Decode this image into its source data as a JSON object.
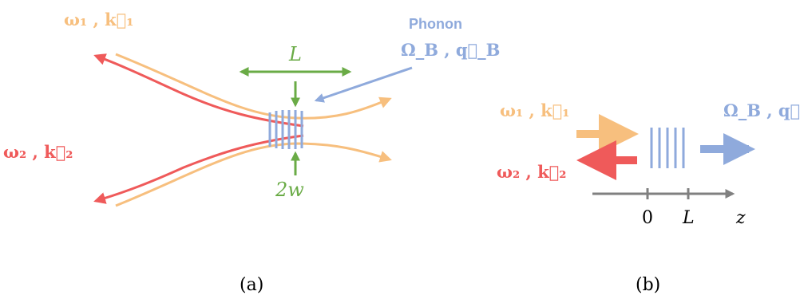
{
  "colors": {
    "pump": "#F7BF7E",
    "stokes": "#EF5A5A",
    "phonon": "#8FAADC",
    "dimension": "#6AAB46",
    "axis": "#808080",
    "text": "#000000"
  },
  "panel_a": {
    "pump_label": "ω₁ , k⃗₁",
    "stokes_label": "ω₂ , k⃗₂",
    "phonon_title": "Phonon",
    "phonon_label": "Ω_B , q⃗_B",
    "length_label": "L",
    "waist_label": "2w",
    "caption": "(a)"
  },
  "panel_b": {
    "pump_label": "ω₁ , k⃗₁",
    "stokes_label": "ω₂ , k⃗₂",
    "phonon_label": "Ω_B , q⃗_B",
    "axis_ticks": [
      "0",
      "L"
    ],
    "axis_label": "z",
    "caption": "(b)"
  }
}
